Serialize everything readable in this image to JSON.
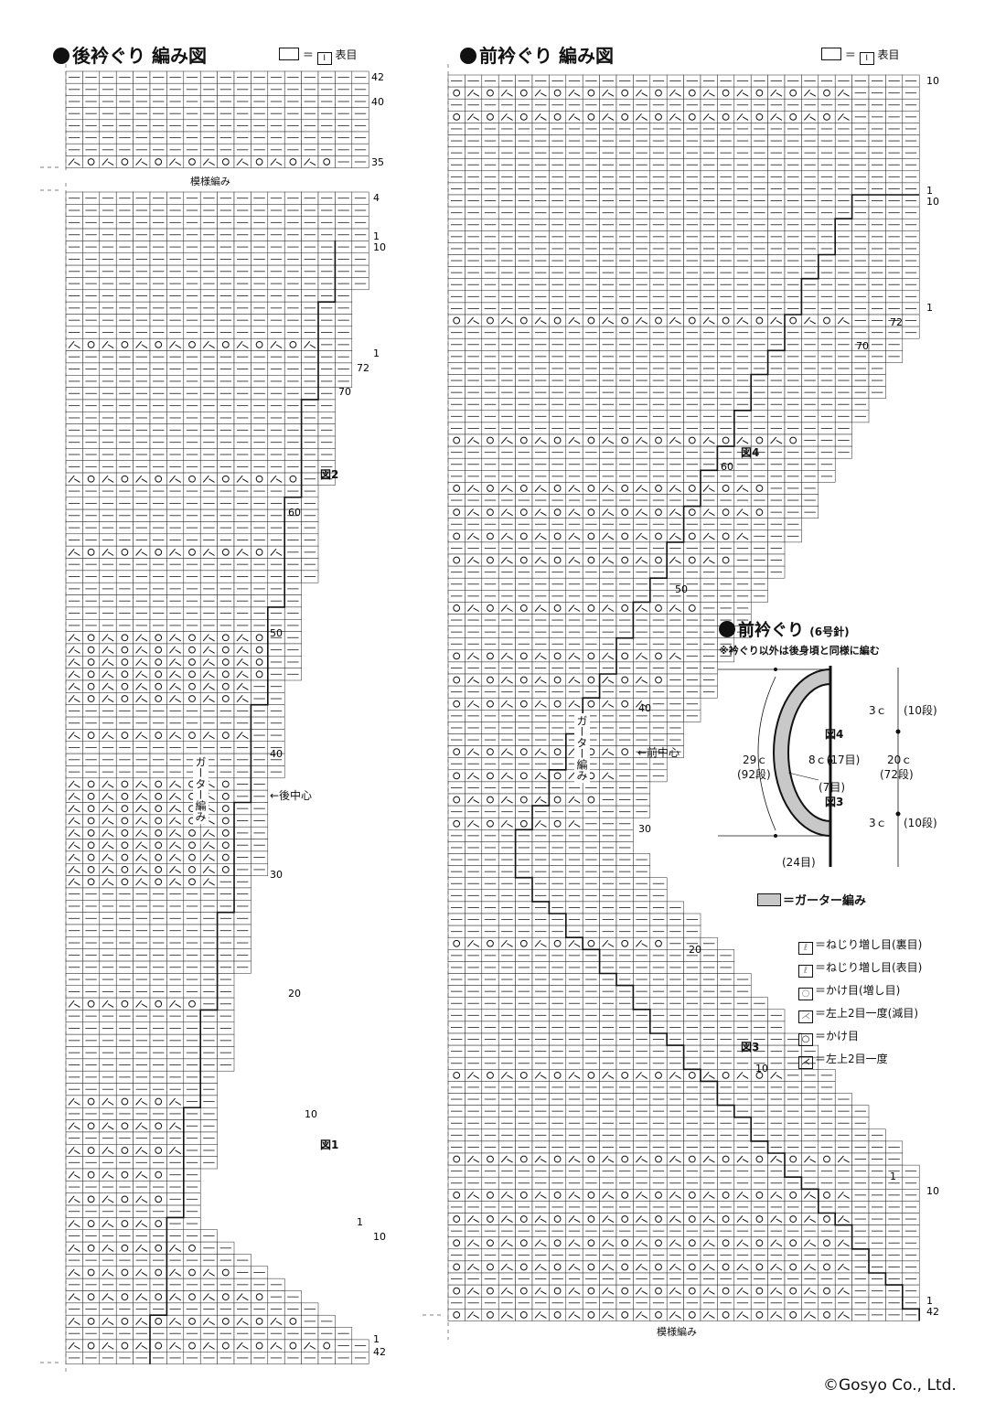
{
  "back": {
    "title": "後衿ぐり 編み図",
    "key_eq": "＝",
    "key_sym": "I",
    "key_label": "表目",
    "top_labels": [
      "42",
      "40",
      "35"
    ],
    "pattern_label": "模様編み",
    "row_labels": [
      "4",
      "1",
      "10",
      "1",
      "72",
      "70",
      "60",
      "50",
      "40",
      "30",
      "20",
      "10",
      "1",
      "10",
      "1",
      "42"
    ],
    "fig_labels": [
      "図2",
      "図1"
    ],
    "garter_label": "ガーター編み",
    "center_label": "←後中心"
  },
  "front": {
    "title": "前衿ぐり 編み図",
    "key_eq": "＝",
    "key_sym": "I",
    "key_label": "表目",
    "row_labels": [
      "10",
      "1",
      "10",
      "1",
      "72",
      "70",
      "60",
      "50",
      "40",
      "30",
      "20",
      "10",
      "1",
      "10",
      "1",
      "42"
    ],
    "fig_labels": [
      "図4",
      "図3"
    ],
    "garter_label": "ガーター編み",
    "center_label": "←前中心",
    "bottom_label": "模様編み"
  },
  "schematic": {
    "title": "前衿ぐり",
    "needle": "(6号針)",
    "note": "※衿ぐり以外は後身頃と同様に編む",
    "dims": {
      "top_c": "3ｃ",
      "top_rows": "(10段)",
      "mid_c": "20ｃ",
      "mid_rows": "(72段)",
      "bot_c": "3ｃ",
      "bot_rows": "(10段)",
      "left_c": "29ｃ",
      "left_rows": "(92段)",
      "inner_c": "8ｃ(17目)",
      "inner_st": "(7目)",
      "bottom_st": "(24目)",
      "fig_top": "図4",
      "fig_bot": "図3"
    },
    "garter_key": "＝ガーター編み"
  },
  "legend": [
    {
      "sym": "ℓ",
      "label": "＝ねじり増し目(裏目)"
    },
    {
      "sym": "ℓ",
      "label": "＝ねじり増し目(表目)"
    },
    {
      "sym": "○",
      "label": "＝かけ目(増し目)"
    },
    {
      "sym": "⋌",
      "label": "＝左上2目一度(減目)"
    },
    {
      "sym": "○",
      "label": "＝かけ目"
    },
    {
      "sym": "⋌",
      "label": "＝左上2目一度"
    }
  ],
  "copyright": "©Gosyo Co., Ltd."
}
